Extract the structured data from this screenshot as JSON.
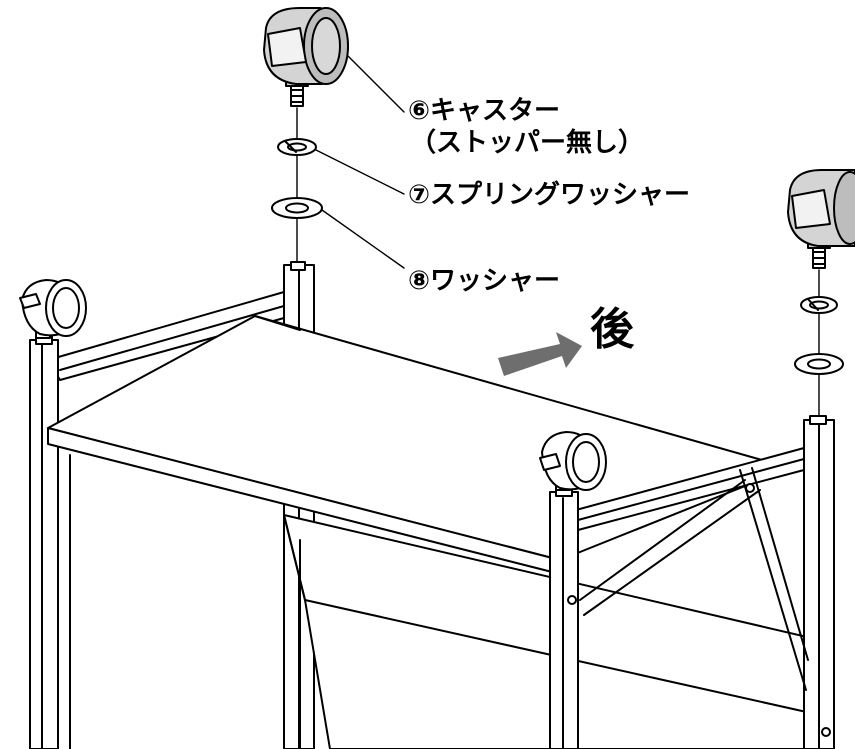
{
  "callouts": {
    "caster": "⑥キャスター",
    "caster_note": "（ストッパー無し）",
    "spring_washer": "⑦スプリングワッシャー",
    "washer": "⑧ワッシャー"
  },
  "direction_label": "後",
  "colors": {
    "line": "#000000",
    "caster_body": "#d4d4d4",
    "caster_shade": "#9a9a9a",
    "arrow": "#6e6e6e",
    "fill": "#ffffff"
  }
}
